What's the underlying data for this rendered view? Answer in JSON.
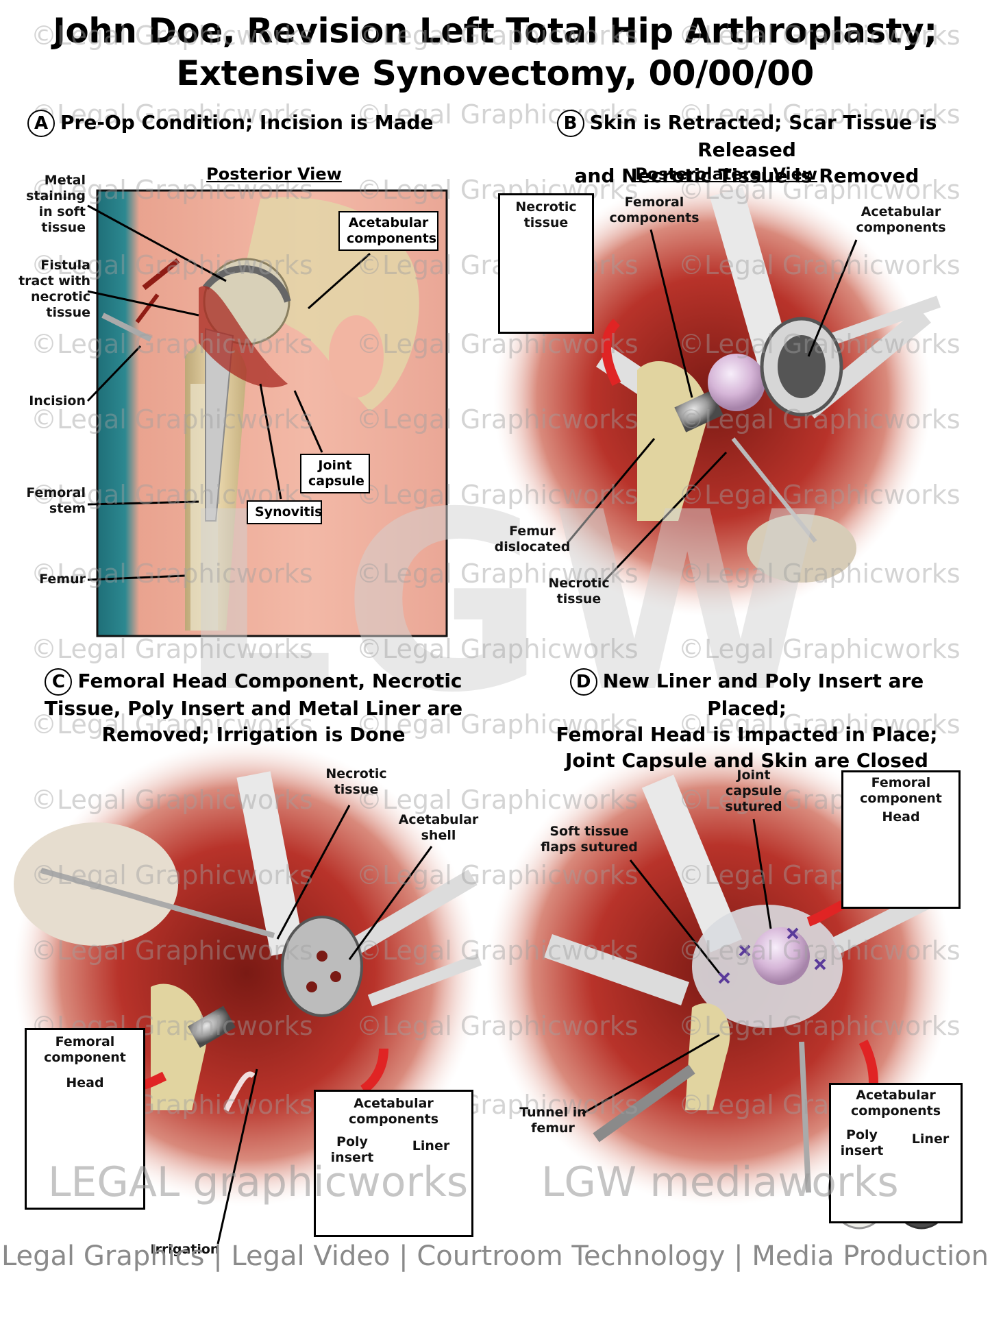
{
  "title": {
    "line1": "John Doe, Revision Left Total Hip Arthroplasty;",
    "line2": "Extensive Synovectomy, 00/00/00"
  },
  "panels": {
    "a": {
      "letter": "A",
      "heading": "Pre-Op Condition; Incision is Made",
      "view": "Posterior View",
      "labels": {
        "metal_staining": "Metal staining in soft tissue",
        "fistula": "Fistula tract with necrotic tissue",
        "incision": "Incision",
        "femoral_stem": "Femoral stem",
        "femur": "Femur",
        "acetabular_components": "Acetabular components",
        "joint_capsule": "Joint capsule",
        "synovitis": "Synovitis"
      }
    },
    "b": {
      "letter": "B",
      "heading_line1": "Skin is Retracted; Scar Tissue is Released",
      "heading_line2": "and Necrotic Tissue is Removed",
      "view": "Posterolateral View",
      "labels": {
        "necrotic_tissue_inset": "Necrotic tissue",
        "femoral_components": "Femoral components",
        "acetabular_components": "Acetabular components",
        "femur_dislocated": "Femur dislocated",
        "necrotic_tissue": "Necrotic tissue"
      }
    },
    "c": {
      "letter": "C",
      "heading_line1": "Femoral Head Component, Necrotic",
      "heading_line2": "Tissue, Poly Insert and Metal Liner are",
      "heading_line3": "Removed; Irrigation is Done",
      "labels": {
        "necrotic_tissue": "Necrotic tissue",
        "acetabular_shell": "Acetabular shell",
        "femoral_component": "Femoral component",
        "head": "Head",
        "acetabular_components": "Acetabular components",
        "poly_insert": "Poly insert",
        "liner": "Liner",
        "irrigation": "Irrigation"
      }
    },
    "d": {
      "letter": "D",
      "heading_line1": "New Liner and Poly Insert are Placed;",
      "heading_line2": "Femoral Head is Impacted in Place;",
      "heading_line3": "Joint Capsule and Skin are Closed",
      "labels": {
        "joint_capsule_sutured": "Joint capsule sutured",
        "soft_tissue_flaps": "Soft tissue flaps sutured",
        "tunnel_in_femur": "Tunnel in femur",
        "femoral_component": "Femoral component",
        "head": "Head",
        "acetabular_components": "Acetabular components",
        "poly_insert": "Poly insert",
        "liner": "Liner"
      }
    }
  },
  "watermark": "©Legal Graphicworks",
  "logo_left": "LEGAL graphicworks",
  "logo_right": "LGW mediaworks",
  "big_logo": "LGW",
  "footer": "Legal Graphics | Legal Video | Courtroom Technology | Media Production"
}
